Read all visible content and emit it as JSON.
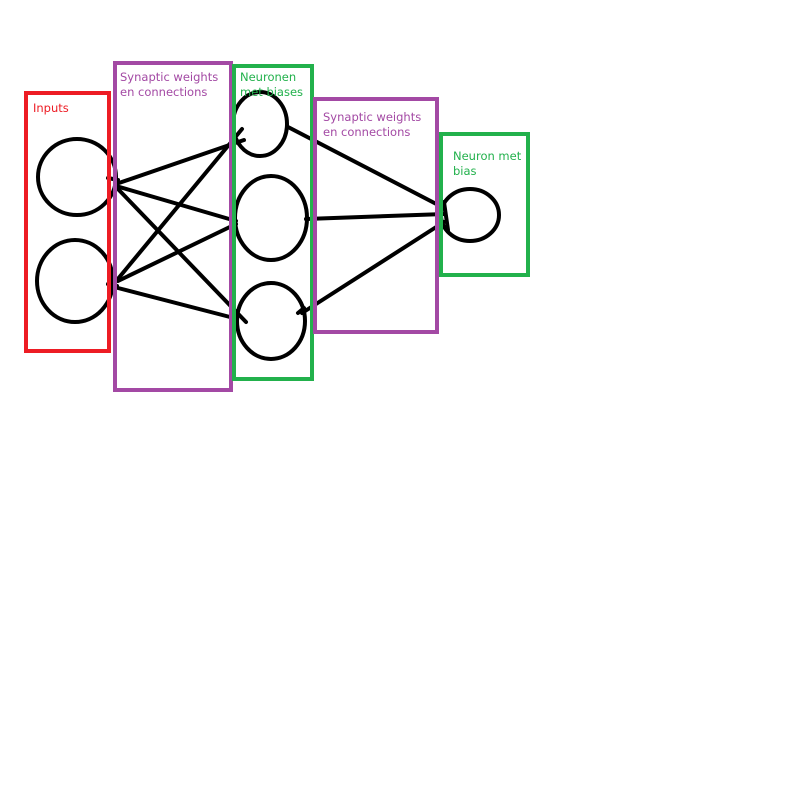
{
  "colors": {
    "red": "#ed1c24",
    "purple": "#a349a4",
    "green": "#22b14c",
    "black": "#000000",
    "background": "#ffffff"
  },
  "boxes": {
    "inputs": {
      "label": "Inputs",
      "color": "#ed1c24"
    },
    "synapses_1": {
      "label": "Synaptic weights\nen connections",
      "color": "#a349a4"
    },
    "hidden": {
      "label": "Neuronen\nmet biases",
      "color": "#22b14c"
    },
    "synapses_2": {
      "label": "Synaptic weights\nen connections",
      "color": "#a349a4"
    },
    "output": {
      "label": "Neuron met\nbias",
      "color": "#22b14c"
    }
  },
  "network": {
    "layers": [
      {
        "name": "input",
        "neurons": [
          "input-neuron-1",
          "input-neuron-2"
        ]
      },
      {
        "name": "hidden",
        "neurons": [
          "hidden-neuron-1",
          "hidden-neuron-2",
          "hidden-neuron-3"
        ]
      },
      {
        "name": "output",
        "neurons": [
          "output-neuron"
        ]
      }
    ]
  }
}
